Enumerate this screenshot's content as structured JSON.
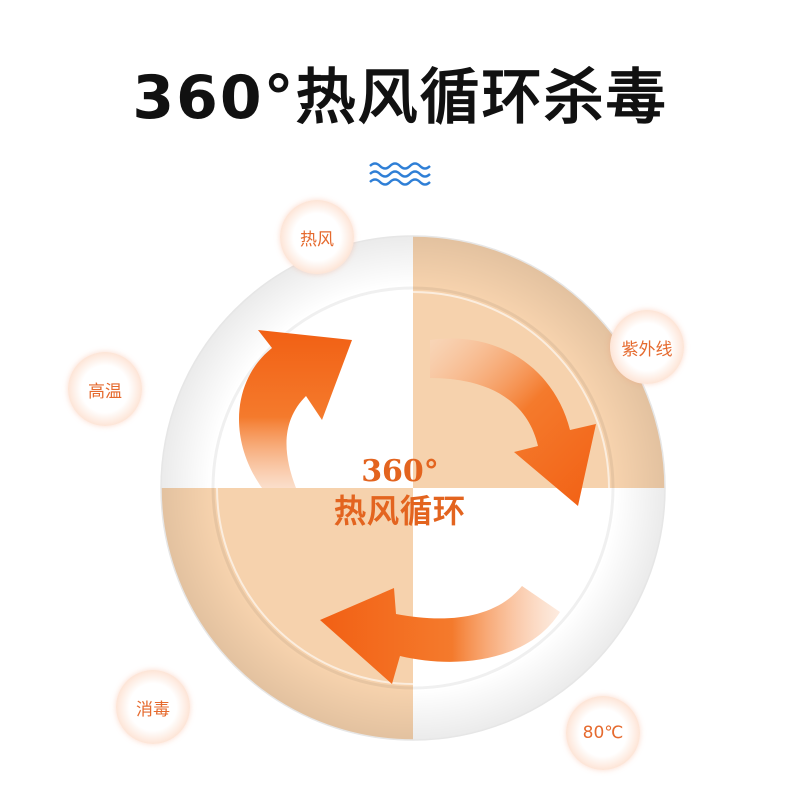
{
  "header": {
    "title": "360°热风循环杀毒"
  },
  "center": {
    "degree": "360°",
    "label": "热风循环"
  },
  "features": {
    "hot_air": "热风",
    "uv": "紫外线",
    "high_temp": "高温",
    "disinfect": "消毒",
    "temperature": "80℃"
  },
  "colors": {
    "accent_orange": "#f26a1b",
    "plate_peach": "#f6d2ad",
    "text_orange": "#e56a2e",
    "wave_blue": "#2f7fd6"
  },
  "icons": {
    "waves": "wave-icon",
    "cycle": "circular-arrows-icon"
  }
}
